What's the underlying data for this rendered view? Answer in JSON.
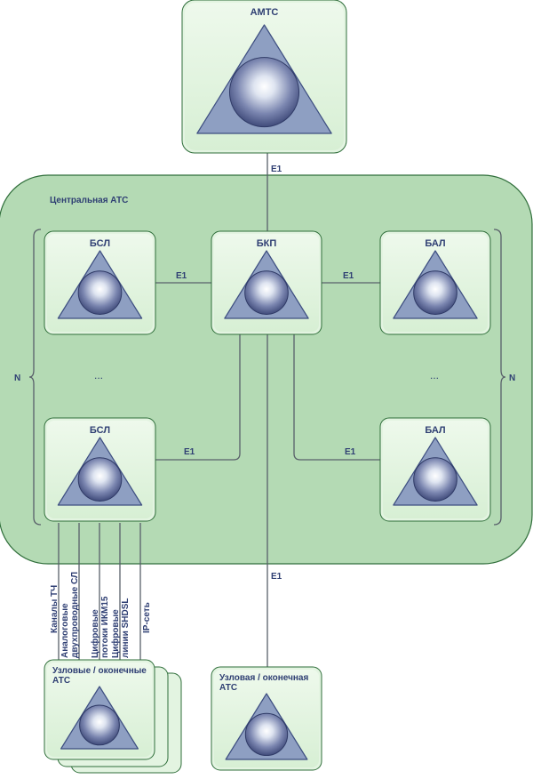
{
  "nodes": {
    "amts": "АМТС",
    "bsl_top": "БСЛ",
    "bkp": "БКП",
    "bal_top": "БАЛ",
    "bsl_bottom": "БСЛ",
    "bal_bottom": "БАЛ",
    "node_ats_stack": [
      "Узловые / оконечные",
      "АТС"
    ],
    "node_ats_single": [
      "Узловая / оконечная",
      "АТС"
    ]
  },
  "central_station": "Центральная АТС",
  "link_labels": {
    "amts_bkp": "E1",
    "bsl_bkp": "E1",
    "bkp_bal": "E1",
    "bsl2_bkp": "E1",
    "bkp_bal2": "E1",
    "central_node": "E1"
  },
  "group_labels": {
    "left": "N",
    "right": "N"
  },
  "ellipsis": {
    "left": "...",
    "right": "..."
  },
  "line_types": [
    [
      "Каналы ТЧ"
    ],
    [
      "Аналоговые",
      "двухпроводные СЛ"
    ],
    [
      "Цифровые",
      "потоки ИКМ15"
    ],
    [
      "Цифровые",
      "линии SHDSL"
    ],
    [
      "IP-сеть"
    ]
  ],
  "colors": {
    "panel_fill": "#b4dab4",
    "tile_fill": "#e3f4e1",
    "tile_border": "#2f6e3a",
    "triangle_fill": "#8e9fc2",
    "triangle_stroke": "#3d4e80",
    "label": "#2f3f73"
  }
}
